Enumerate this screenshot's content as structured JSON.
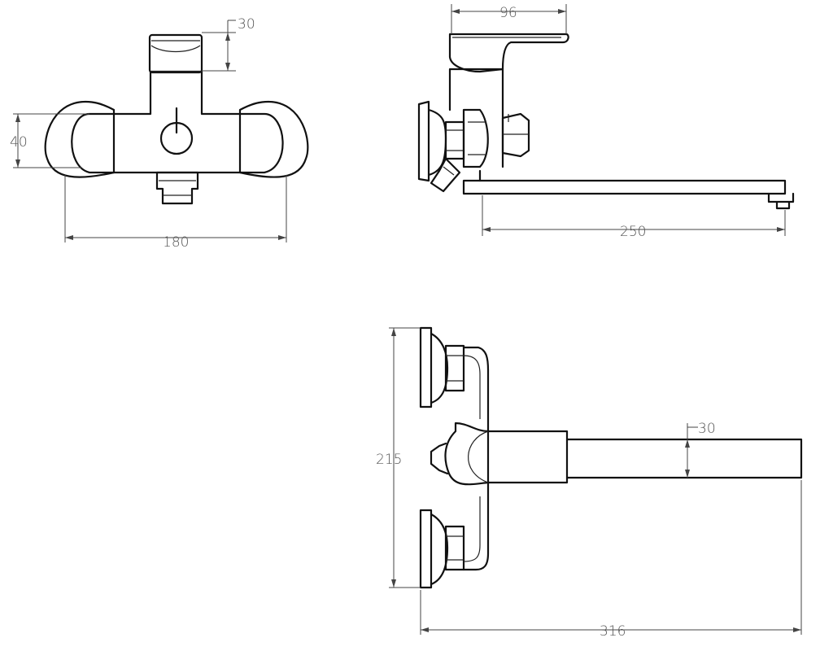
{
  "front_view": {
    "dim_height": "30",
    "dim_width": "180",
    "dim_side": "40"
  },
  "side_view": {
    "dim_top": "96",
    "dim_spout": "250"
  },
  "top_view": {
    "dim_height": "215",
    "dim_spout_thickness": "30",
    "dim_length": "316"
  }
}
